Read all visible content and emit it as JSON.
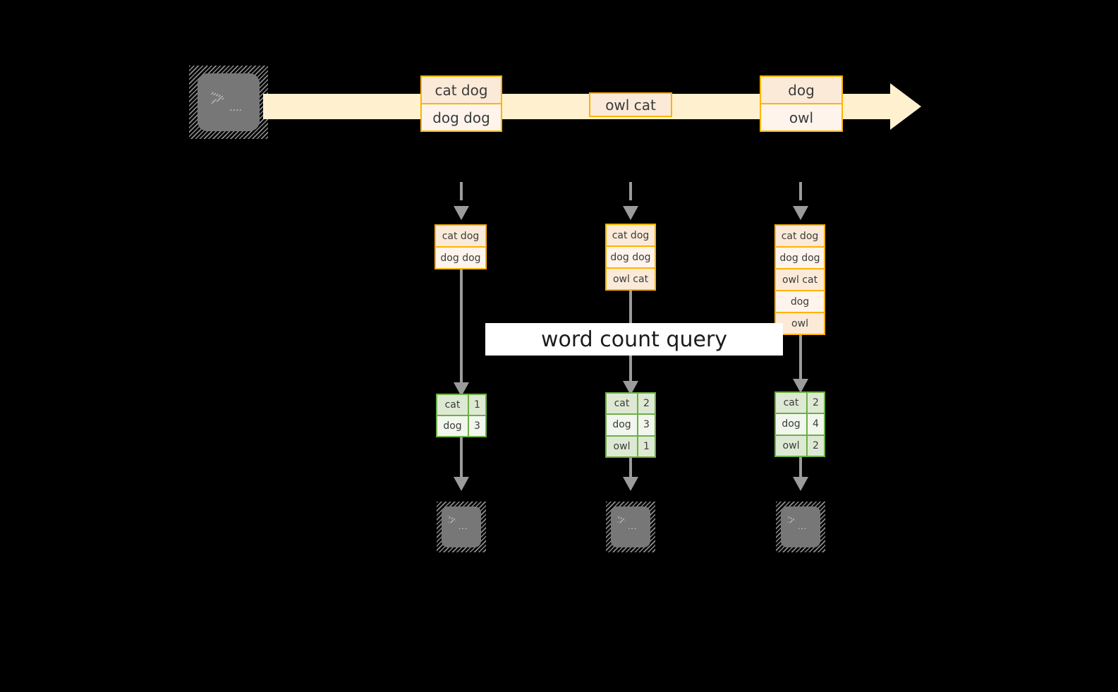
{
  "diagram": {
    "title": "word count query stream processing",
    "colors": {
      "background": "#000000",
      "stream_band": "#FFF1CF",
      "orange_border": "#FFB300",
      "orange_fill_dark": "#FBEAD8",
      "orange_fill_light": "#FEF4EC",
      "green_border": "#6DAF45",
      "green_fill_dark": "#DEE9D3",
      "green_fill_light": "#F2F7EE",
      "arrow_gray": "#9b9b9b",
      "terminal_gray": "#777777",
      "banner_bg": "#FFFFFF"
    }
  },
  "source": {
    "icon": "terminal-icon",
    "glyph_prompt": ">",
    "glyph_cursor": "_"
  },
  "stream": {
    "label": "event-stream-arrow",
    "events": [
      {
        "id": "event-group-1",
        "rows": [
          "cat dog",
          "dog dog"
        ]
      },
      {
        "id": "event-group-2",
        "rows": [
          "owl cat"
        ]
      },
      {
        "id": "event-group-3",
        "rows": [
          "dog",
          "owl"
        ]
      }
    ]
  },
  "query": {
    "label": "word count query"
  },
  "snapshots": [
    {
      "id": "snapshot-1",
      "input_rows": [
        "cat dog",
        "dog dog"
      ],
      "result_header": null,
      "results": [
        {
          "word": "cat",
          "count": "1"
        },
        {
          "word": "dog",
          "count": "3"
        }
      ],
      "sink_icon": "terminal-icon"
    },
    {
      "id": "snapshot-2",
      "input_rows": [
        "cat dog",
        "dog dog",
        "owl cat"
      ],
      "result_header": null,
      "results": [
        {
          "word": "cat",
          "count": "2"
        },
        {
          "word": "dog",
          "count": "3"
        },
        {
          "word": "owl",
          "count": "1"
        }
      ],
      "sink_icon": "terminal-icon"
    },
    {
      "id": "snapshot-3",
      "input_rows": [
        "cat dog",
        "dog dog",
        "owl cat",
        "dog",
        "owl"
      ],
      "result_header": null,
      "results": [
        {
          "word": "cat",
          "count": "2"
        },
        {
          "word": "dog",
          "count": "4"
        },
        {
          "word": "owl",
          "count": "2"
        }
      ],
      "sink_icon": "terminal-icon"
    }
  ]
}
